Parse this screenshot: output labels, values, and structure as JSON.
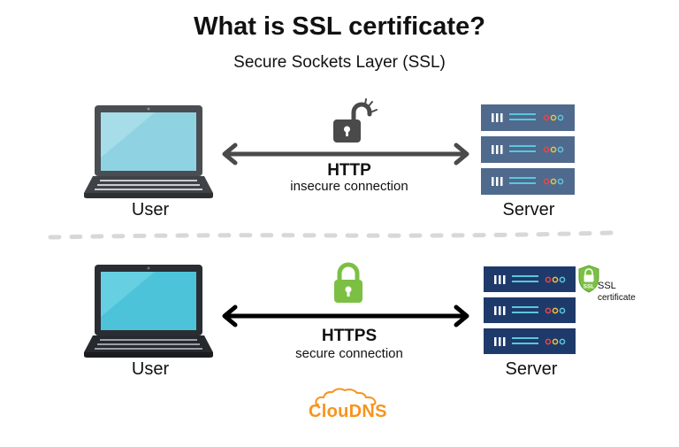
{
  "title": "What is SSL certificate?",
  "subtitle": "Secure Sockets Layer (SSL)",
  "top": {
    "client_label": "User",
    "server_label": "Server",
    "protocol": "HTTP",
    "connection": "insecure connection",
    "lock_color": "#4a4a4a",
    "lock_state": "open-lock-icon"
  },
  "bottom": {
    "client_label": "User",
    "server_label": "Server",
    "protocol": "HTTPS",
    "connection": "secure connection",
    "lock_color": "#7bc043",
    "lock_state": "closed-lock-icon",
    "badge_text": "SSL",
    "certificate_line1": "SSL",
    "certificate_line2": "certificate"
  },
  "logo": "ClouDNS",
  "colors": {
    "insecure_server": "#4f6a8c",
    "secure_server": "#1e3a6b",
    "accent_green": "#7bc043",
    "logo_orange": "#f7941d"
  }
}
